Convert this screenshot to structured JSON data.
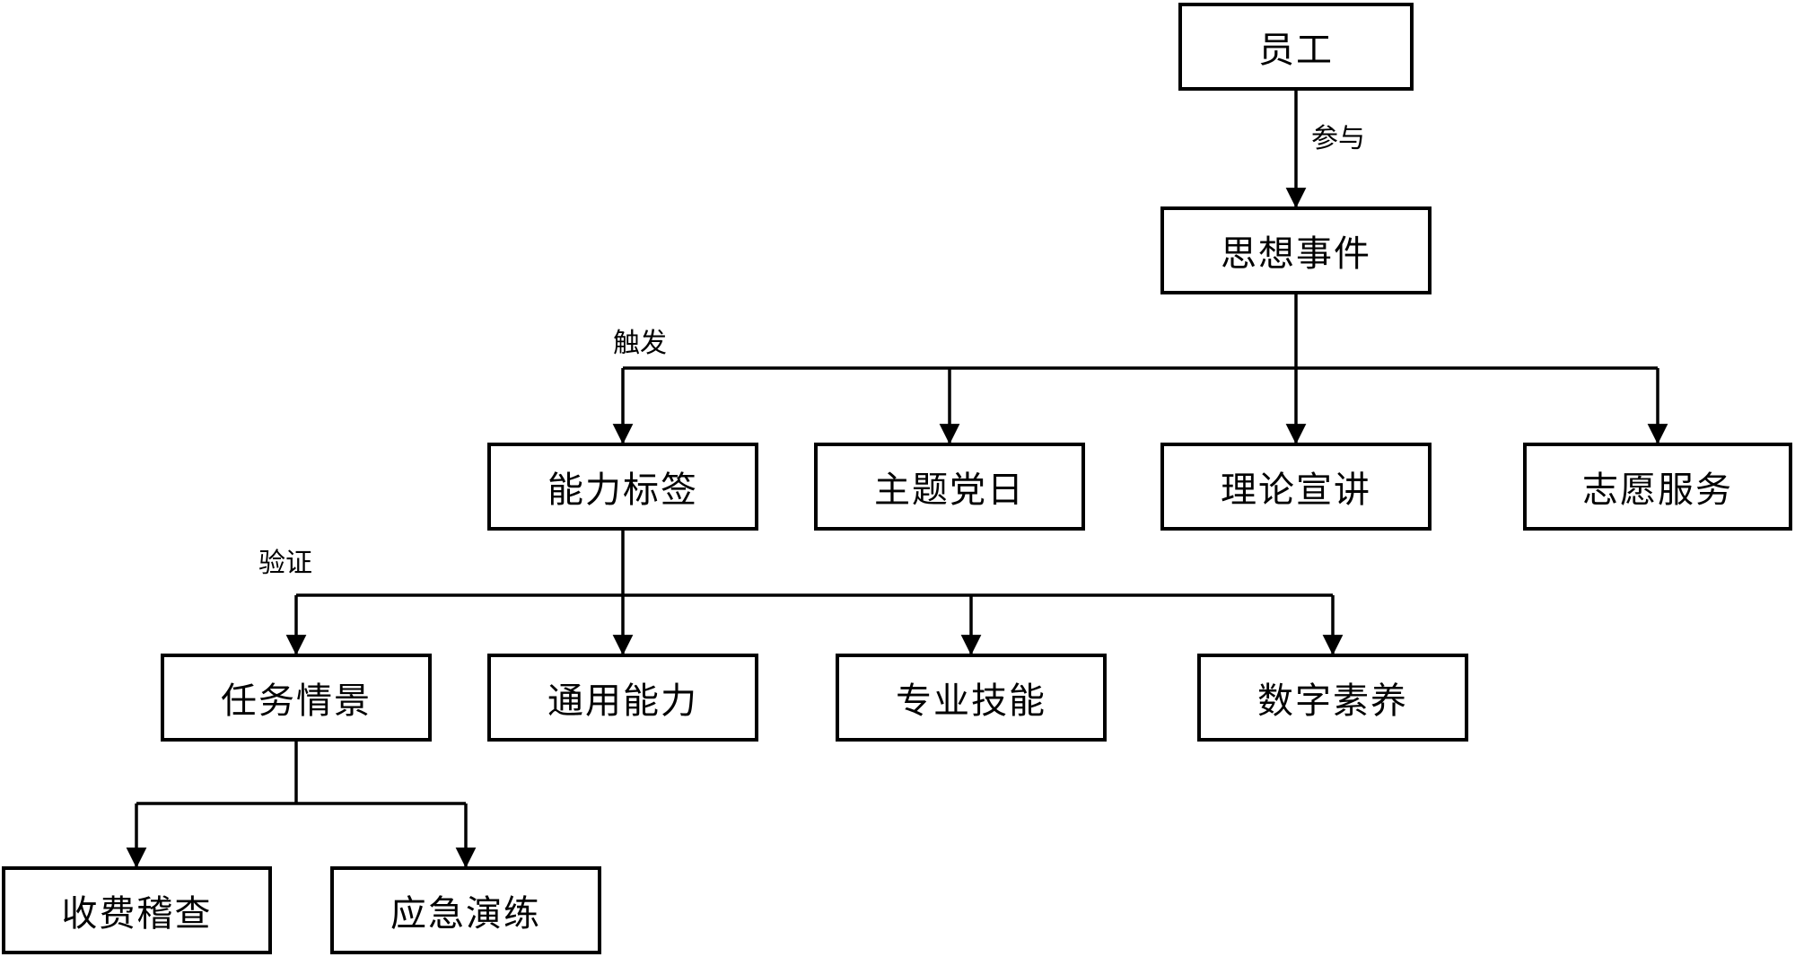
{
  "diagram": {
    "type": "flowchart",
    "colors": {
      "background": "#ffffff",
      "stroke": "#000000",
      "node_fill": "#ffffff",
      "text": "#000000"
    },
    "nodes": {
      "employee": {
        "label": "员工"
      },
      "ideology_event": {
        "label": "思想事件"
      },
      "ability_tag": {
        "label": "能力标签"
      },
      "theme_party_day": {
        "label": "主题党日"
      },
      "theory_preach": {
        "label": "理论宣讲"
      },
      "volunteer_service": {
        "label": "志愿服务"
      },
      "task_scenario": {
        "label": "任务情景"
      },
      "general_ability": {
        "label": "通用能力"
      },
      "professional_skill": {
        "label": "专业技能"
      },
      "digital_literacy": {
        "label": "数字素养"
      },
      "toll_inspection": {
        "label": "收费稽查"
      },
      "emergency_drill": {
        "label": "应急演练"
      }
    },
    "edge_labels": {
      "participate": "参与",
      "trigger": "触发",
      "verify": "验证"
    },
    "edges": [
      {
        "from": "employee",
        "to": "ideology_event",
        "label": "参与"
      },
      {
        "from": "ideology_event",
        "to": "ability_tag",
        "label": "触发"
      },
      {
        "from": "ideology_event",
        "to": "theme_party_day",
        "label": "触发"
      },
      {
        "from": "ideology_event",
        "to": "theory_preach",
        "label": "触发"
      },
      {
        "from": "ideology_event",
        "to": "volunteer_service",
        "label": "触发"
      },
      {
        "from": "ability_tag",
        "to": "task_scenario",
        "label": "验证"
      },
      {
        "from": "ability_tag",
        "to": "general_ability",
        "label": "验证"
      },
      {
        "from": "ability_tag",
        "to": "professional_skill",
        "label": "验证"
      },
      {
        "from": "ability_tag",
        "to": "digital_literacy",
        "label": "验证"
      },
      {
        "from": "task_scenario",
        "to": "toll_inspection",
        "label": ""
      },
      {
        "from": "task_scenario",
        "to": "emergency_drill",
        "label": ""
      }
    ]
  }
}
